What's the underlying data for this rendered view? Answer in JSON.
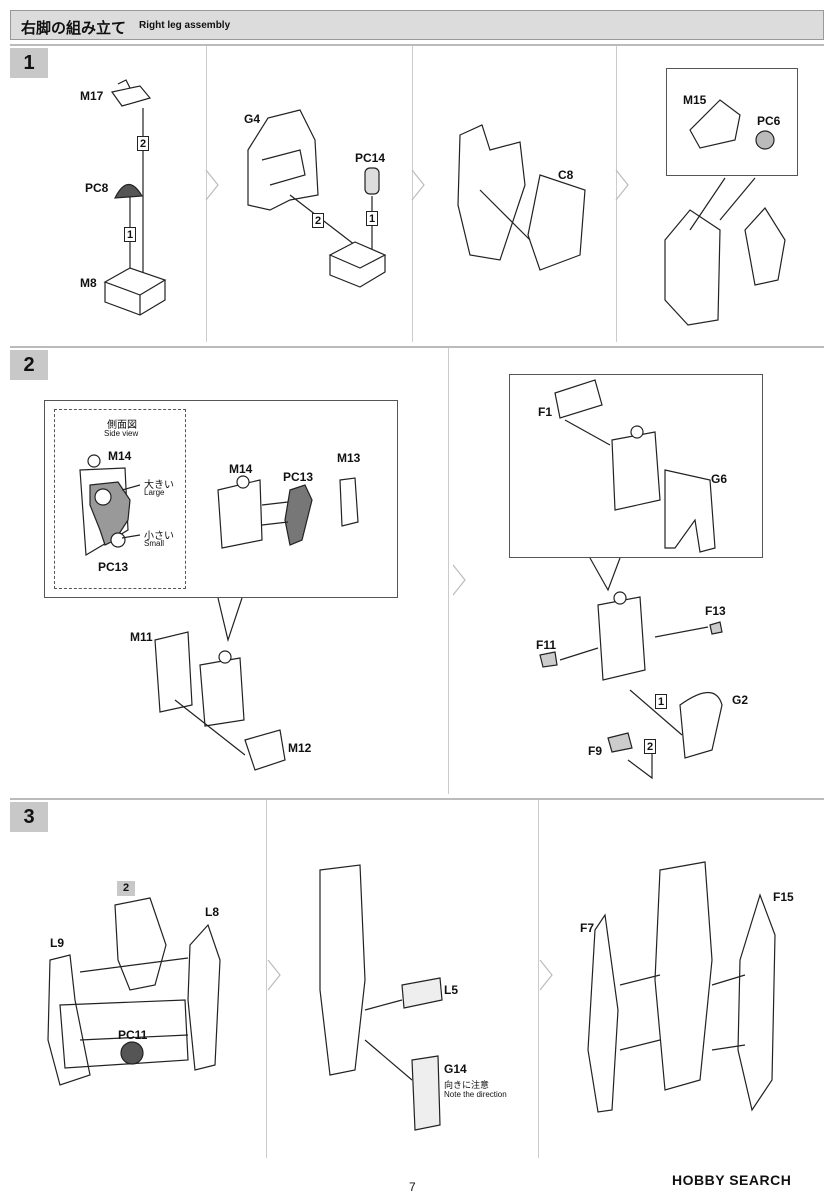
{
  "header": {
    "title_jp": "右脚の組み立て",
    "title_en": "Right leg assembly"
  },
  "steps": {
    "s1": "1",
    "s2": "2",
    "s3": "3"
  },
  "step1": {
    "p1": {
      "m17": "M17",
      "pc8": "PC8",
      "m8": "M8",
      "n1": "1",
      "n2": "2"
    },
    "p2": {
      "g4": "G4",
      "pc14": "PC14",
      "n1": "1",
      "n2": "2"
    },
    "p3": {
      "c8": "C8"
    },
    "p4": {
      "m15": "M15",
      "pc6": "PC6"
    }
  },
  "step2": {
    "side_view_jp": "側面図",
    "side_view_en": "Side view",
    "large_jp": "大きい",
    "large_en": "Large",
    "small_jp": "小さい",
    "small_en": "Small",
    "m14a": "M14",
    "pc13a": "PC13",
    "m14b": "M14",
    "pc13b": "PC13",
    "m13": "M13",
    "m11": "M11",
    "m12": "M12",
    "f1": "F1",
    "g6": "G6",
    "f13": "F13",
    "f11": "F11",
    "g2": "G2",
    "f9": "F9",
    "n1": "1",
    "n2": "2"
  },
  "step3": {
    "badge": "2",
    "l8": "L8",
    "l9": "L9",
    "pc11": "PC11",
    "l5": "L5",
    "g14": "G14",
    "direction_jp": "向きに注意",
    "direction_en": "Note the direction",
    "f7": "F7",
    "f15": "F15"
  },
  "footer": {
    "page": "7",
    "watermark": "HOBBY SEARCH"
  }
}
